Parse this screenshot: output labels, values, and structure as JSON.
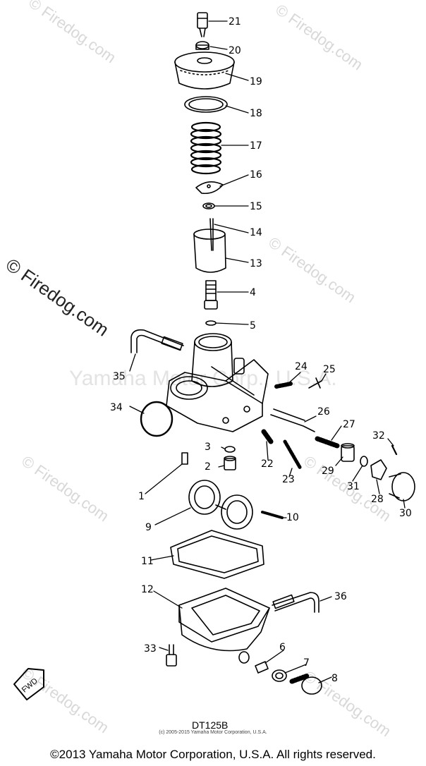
{
  "watermarks": {
    "site": "© Firedog.com",
    "center": "Yamaha Motor Corp., U.S.A."
  },
  "model_code": "DT125B",
  "small_copyright": "(c) 2005-2015 Yamaha Motor Corporation, U.S.A.",
  "footer": "©2013 Yamaha Motor Corporation, U.S.A. All rights reserved.",
  "fwd_label": "FWD",
  "callouts": [
    "1",
    "2",
    "3",
    "4",
    "5",
    "6",
    "7",
    "8",
    "9",
    "10",
    "11",
    "12",
    "13",
    "14",
    "15",
    "16",
    "17",
    "18",
    "19",
    "20",
    "21",
    "22",
    "23",
    "24",
    "25",
    "26",
    "27",
    "28",
    "29",
    "30",
    "31",
    "32",
    "33",
    "34",
    "35",
    "36"
  ]
}
